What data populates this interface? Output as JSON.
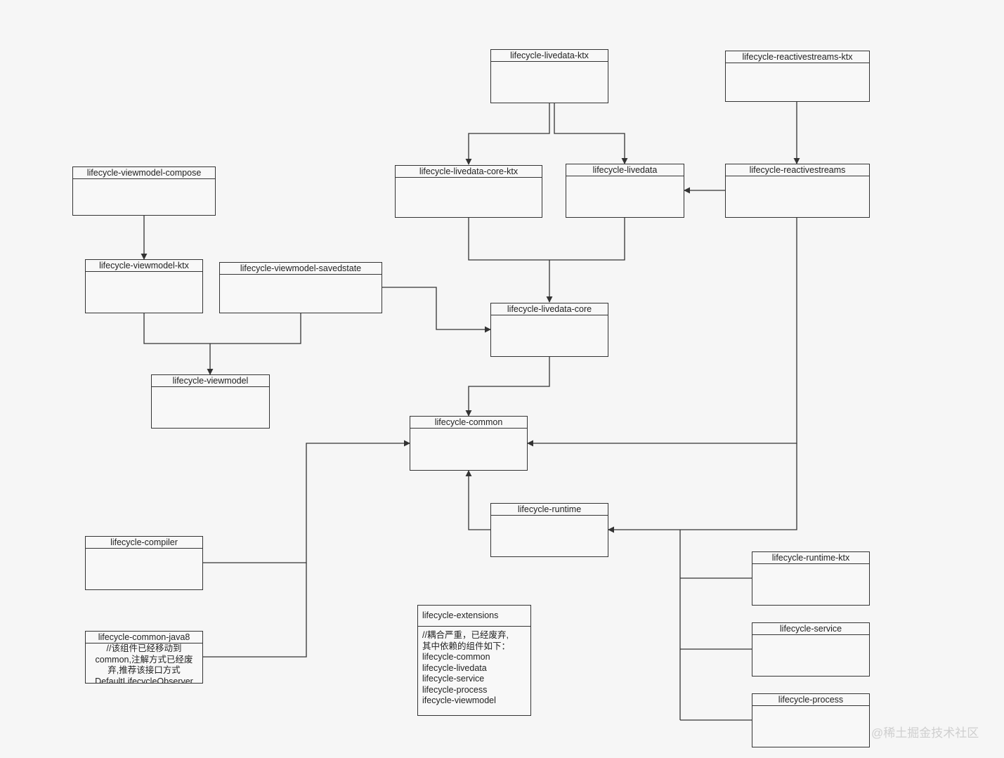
{
  "nodes": {
    "livedata_ktx": "lifecycle-livedata-ktx",
    "reactivestreams_ktx": "lifecycle-reactivestreams-ktx",
    "viewmodel_compose": "lifecycle-viewmodel-compose",
    "livedata_core_ktx": "lifecycle-livedata-core-ktx",
    "livedata": "lifecycle-livedata",
    "reactivestreams": "lifecycle-reactivestreams",
    "viewmodel_ktx": "lifecycle-viewmodel-ktx",
    "viewmodel_savedstate": "lifecycle-viewmodel-savedstate",
    "livedata_core": "lifecycle-livedata-core",
    "viewmodel": "lifecycle-viewmodel",
    "common": "lifecycle-common",
    "runtime": "lifecycle-runtime",
    "compiler": "lifecycle-compiler",
    "runtime_ktx": "lifecycle-runtime-ktx",
    "service": "lifecycle-service",
    "common_java8": {
      "title": "lifecycle-common-java8",
      "lines": [
        "//该组件已经移动到",
        "common,注解方式已经废",
        "弃,推荐该接口方式",
        "DefaultLifecycleObserver"
      ]
    },
    "extensions": {
      "title": "lifecycle-extensions",
      "lines": [
        "//耦合严重，已经废弃,",
        "其中依赖的组件如下：",
        "lifecycle-common",
        "lifecycle-livedata",
        "lifecycle-service",
        "lifecycle-process",
        "ifecycle-viewmodel"
      ]
    },
    "process": "lifecycle-process"
  },
  "watermark": "@稀土掘金技术社区"
}
